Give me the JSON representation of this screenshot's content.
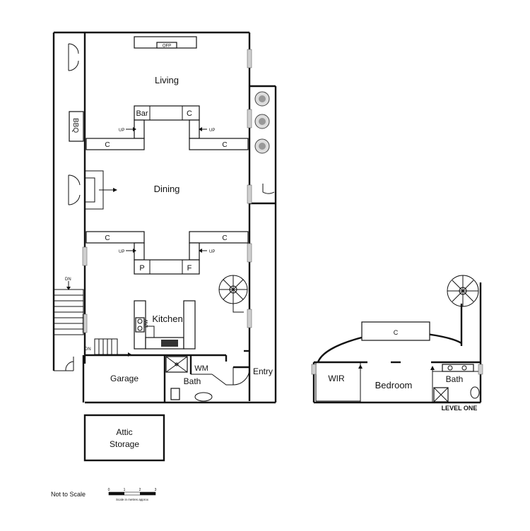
{
  "rooms": {
    "living": "Living",
    "dining": "Dining",
    "kitchen": "Kitchen",
    "garage": "Garage",
    "bath_ground": "Bath",
    "wm": "WM",
    "entry": "Entry",
    "attic": [
      "Attic",
      "Storage"
    ],
    "bbq": "BBQ",
    "wir": "WIR",
    "bedroom": "Bedroom",
    "bath_level1": "Bath"
  },
  "fixtures": {
    "ofp": "OFP",
    "bar": "Bar",
    "c": "C",
    "p": "P",
    "f": "F",
    "dw": "DW"
  },
  "stair_labels": {
    "up": "UP",
    "dn": "DN"
  },
  "level_one_label": "LEVEL ONE",
  "footer": {
    "not_to_scale": "Not to Scale",
    "scale_ticks": [
      "0",
      "1",
      "2",
      "3"
    ],
    "scale_caption": "Scale in metres approx"
  }
}
